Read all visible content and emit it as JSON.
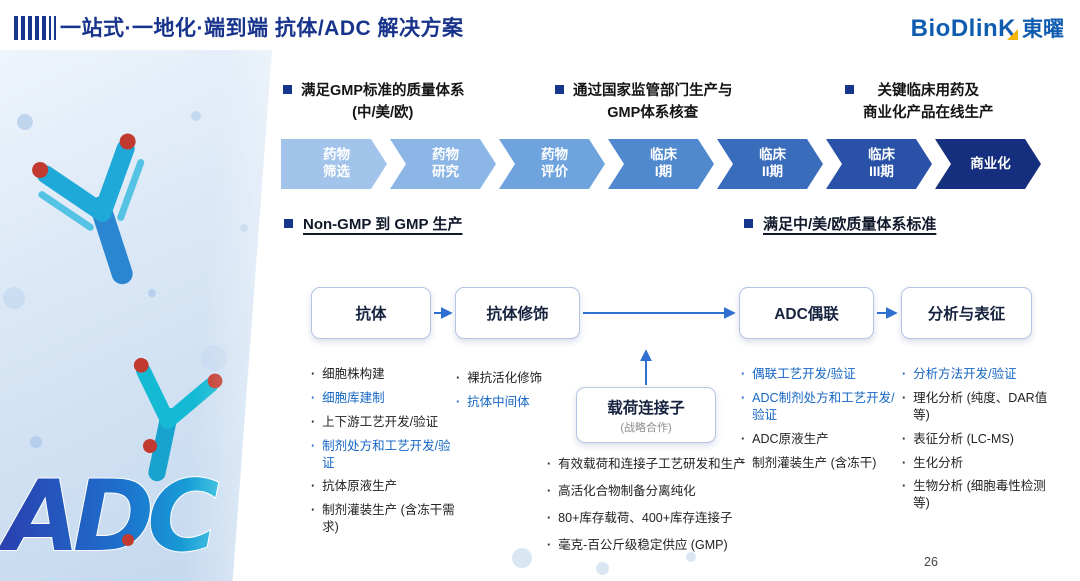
{
  "header": {
    "title": "一站式·一地化·端到端 抗体/ADC 解决方案",
    "logo_text": "BioDlinK",
    "logo_suffix": "東曜"
  },
  "top_bullets": [
    {
      "line1": "满足GMP标准的质量体系",
      "line2": "(中/美/欧)"
    },
    {
      "line1": "通过国家监管部门生产与",
      "line2": "GMP体系核查"
    },
    {
      "line1": "关键临床用药及",
      "line2": "商业化产品在线生产"
    }
  ],
  "pipeline": [
    {
      "line1": "药物",
      "line2": "筛选",
      "color": "#a2c4ea"
    },
    {
      "line1": "药物",
      "line2": "研究",
      "color": "#8cb6e5"
    },
    {
      "line1": "药物",
      "line2": "评价",
      "color": "#6fa3dd"
    },
    {
      "line1": "临床",
      "line2": "I期",
      "color": "#5189cf"
    },
    {
      "line1": "临床",
      "line2": "II期",
      "color": "#3a6cbc"
    },
    {
      "line1": "临床",
      "line2": "III期",
      "color": "#2851a7"
    },
    {
      "line1": "商业化",
      "line2": "",
      "color": "#152e7d"
    }
  ],
  "sections": {
    "left_label": "Non-GMP 到 GMP 生产",
    "right_label": "满足中/美/欧质量体系标准"
  },
  "boxes": {
    "antibody": "抗体",
    "modification": "抗体修饰",
    "payload": "载荷连接子",
    "payload_sub": "(战略合作)",
    "coupling": "ADC偶联",
    "analysis": "分析与表征"
  },
  "lists": {
    "antibody": [
      {
        "text": "细胞株构建",
        "tone": "dark"
      },
      {
        "text": "细胞库建制",
        "tone": "blue"
      },
      {
        "text": "上下游工艺开发/验证",
        "tone": "dark"
      },
      {
        "text": "制剂处方和工艺开发/验证",
        "tone": "blue"
      },
      {
        "text": "抗体原液生产",
        "tone": "dark"
      },
      {
        "text": "制剂灌装生产 (含冻干需求)",
        "tone": "dark"
      }
    ],
    "modification": [
      {
        "text": "裸抗活化修饰",
        "tone": "dark"
      },
      {
        "text": "抗体中间体",
        "tone": "blue"
      }
    ],
    "payload": [
      {
        "text": "有效载荷和连接子工艺研发和生产",
        "tone": "dark"
      },
      {
        "text": "高活化合物制备分离纯化",
        "tone": "dark"
      },
      {
        "text": "80+库存载荷、400+库存连接子",
        "tone": "dark"
      },
      {
        "text": "毫克-百公斤级稳定供应 (GMP)",
        "tone": "dark"
      }
    ],
    "coupling": [
      {
        "text": "偶联工艺开发/验证",
        "tone": "blue"
      },
      {
        "text": "ADC制剂处方和工艺开发/验证",
        "tone": "blue"
      },
      {
        "text": "ADC原液生产",
        "tone": "dark"
      },
      {
        "text": "制剂灌装生产 (含冻干)",
        "tone": "dark"
      }
    ],
    "analysis": [
      {
        "text": "分析方法开发/验证",
        "tone": "blue"
      },
      {
        "text": "理化分析 (纯度、DAR值等)",
        "tone": "dark"
      },
      {
        "text": "表征分析 (LC-MS)",
        "tone": "dark"
      },
      {
        "text": "生化分析",
        "tone": "dark"
      },
      {
        "text": "生物分析 (细胞毒性检测等)",
        "tone": "dark"
      }
    ]
  },
  "decor": {
    "adc_text": "ADC"
  },
  "glyphs": {
    "item_dot": "·"
  },
  "page_number": "26"
}
